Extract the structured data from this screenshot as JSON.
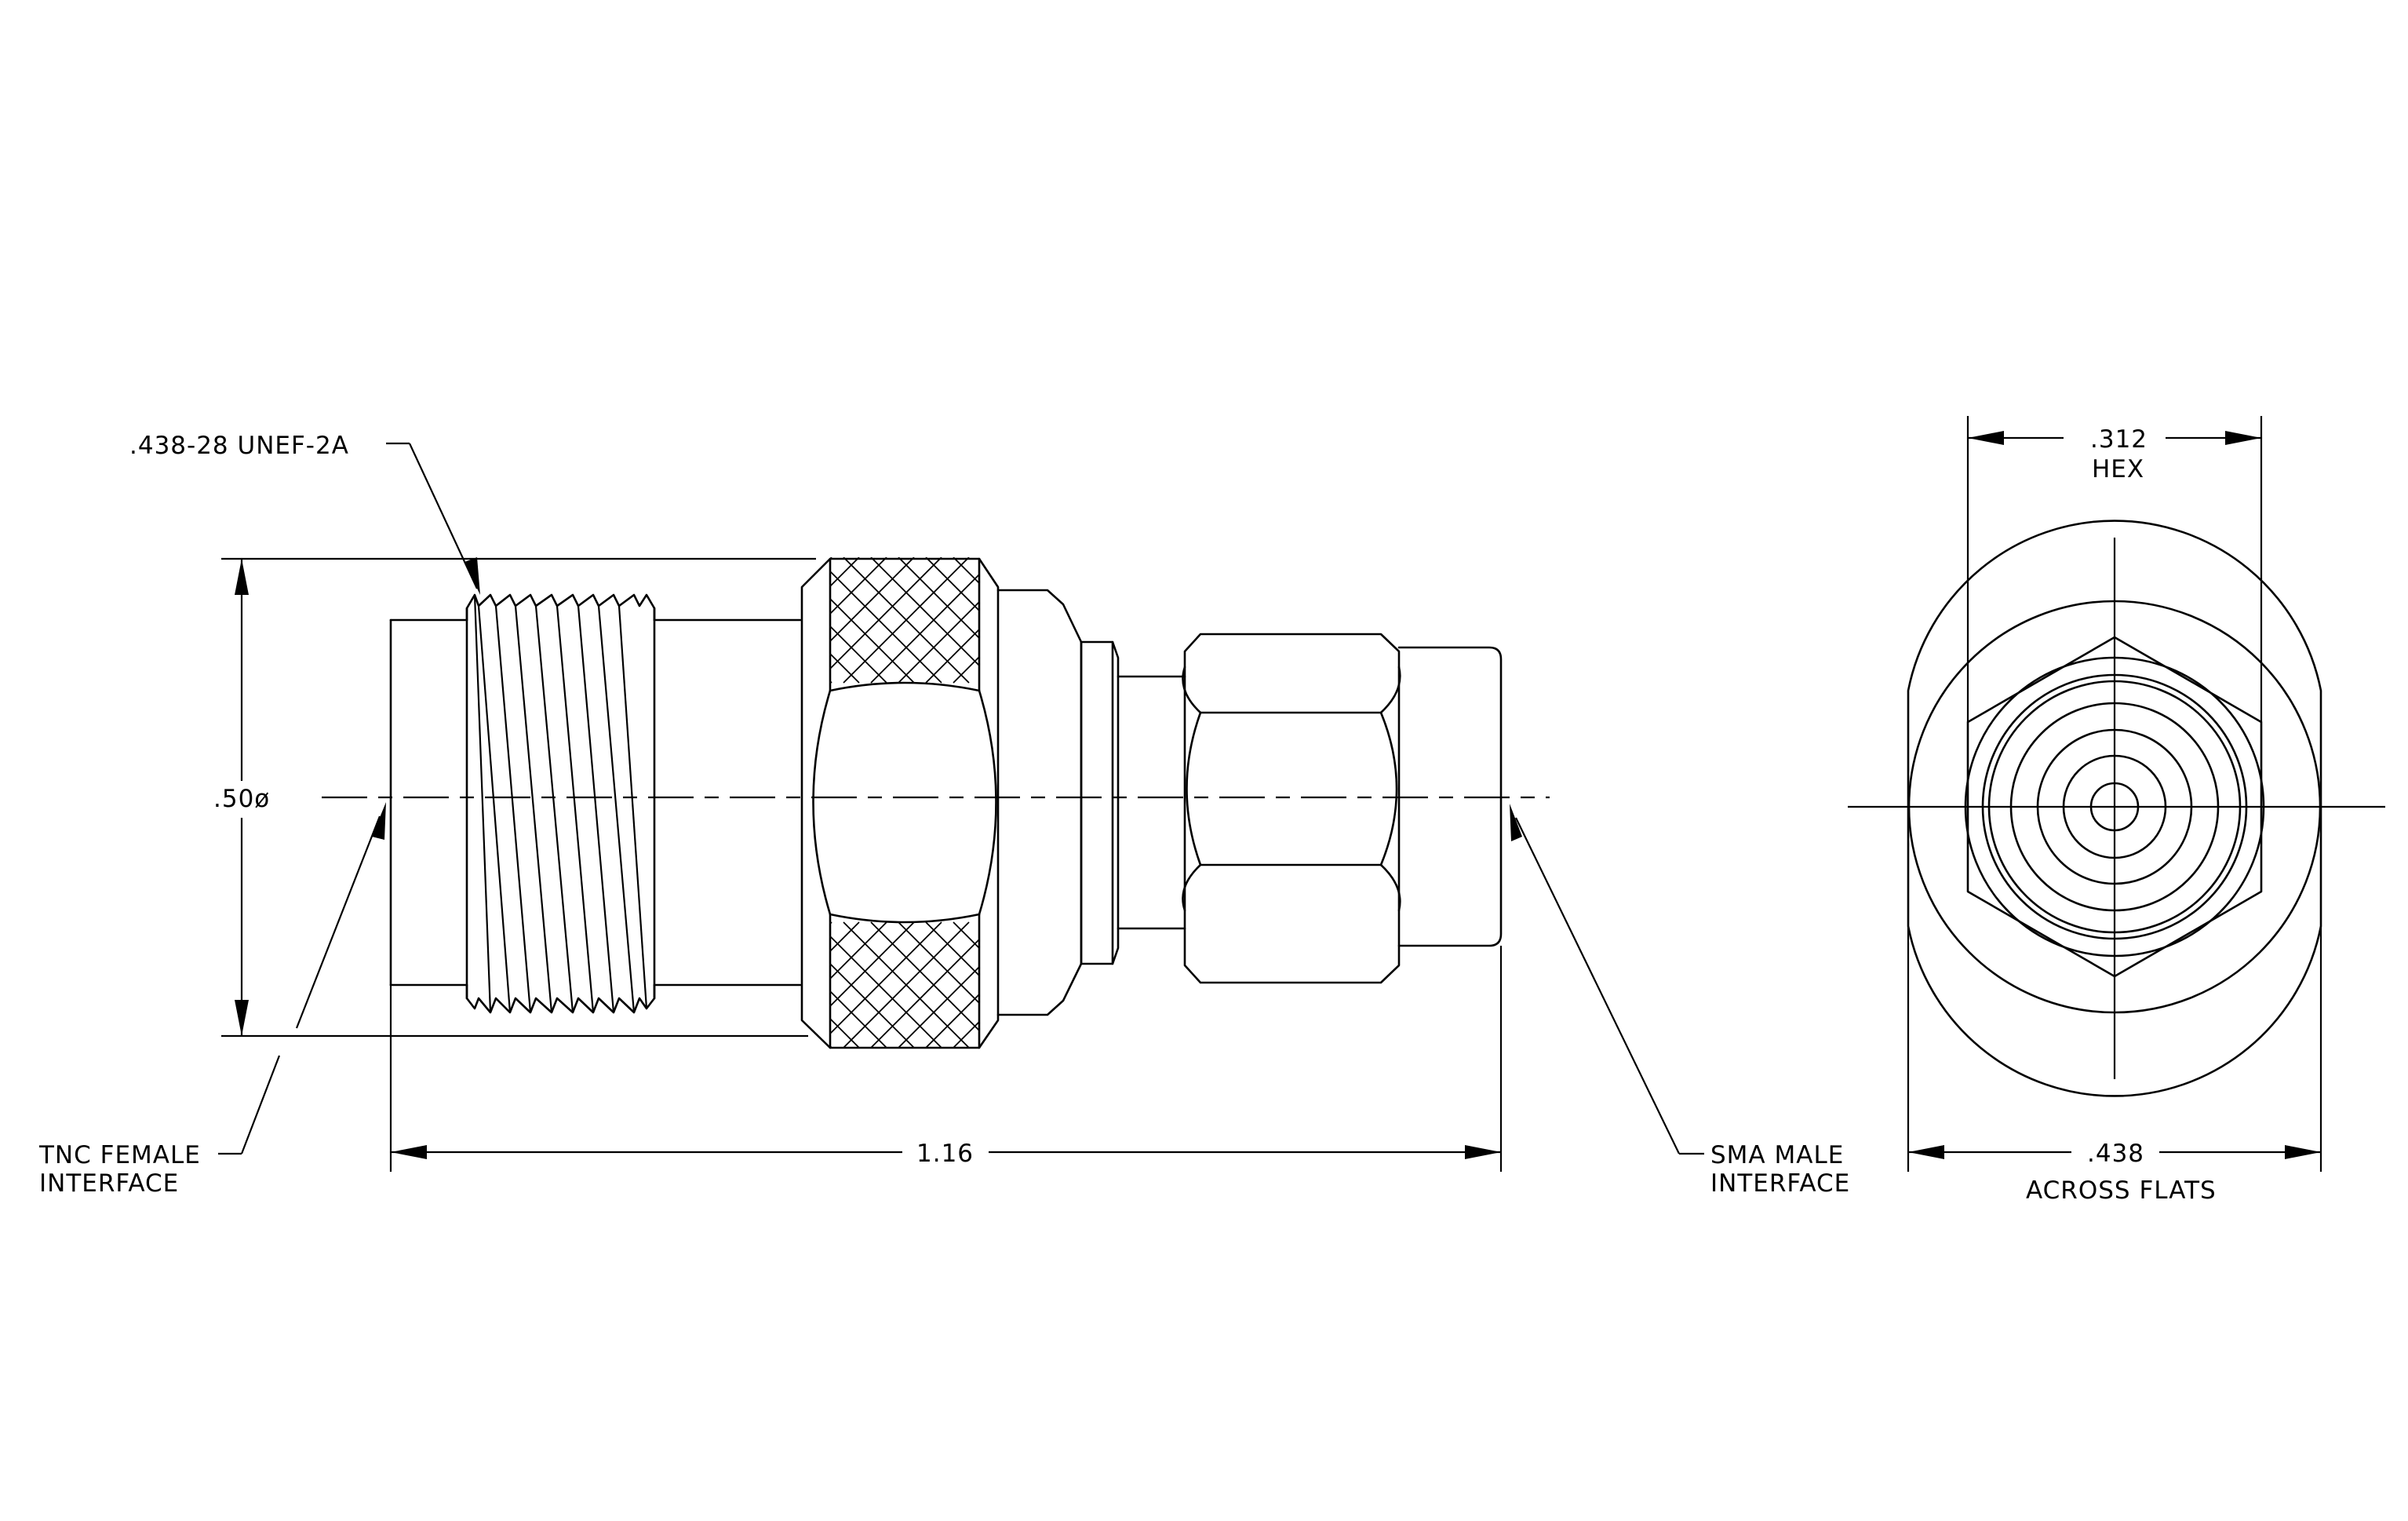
{
  "labels": {
    "thread": ".438-28 UNEF-2A",
    "diameter": ".50ø",
    "length": "1.16",
    "tnc_line1": "TNC FEMALE",
    "tnc_line2": "INTERFACE",
    "sma_line1": "SMA MALE",
    "sma_line2": "INTERFACE",
    "hex_value": ".312",
    "hex_label": "HEX",
    "flats_value": ".438",
    "flats_label": "ACROSS FLATS"
  }
}
